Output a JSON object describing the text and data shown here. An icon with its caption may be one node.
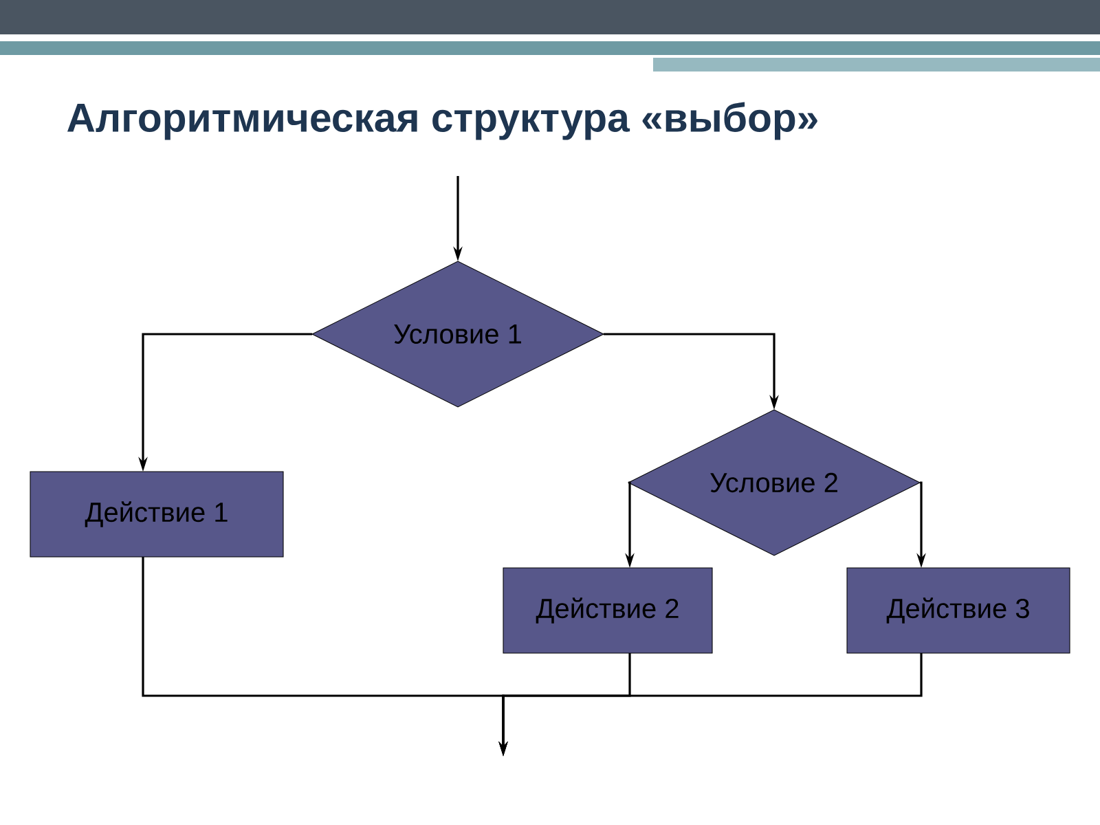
{
  "diagram": {
    "title": "Алгоритмическая структура «выбор»",
    "nodes": [
      {
        "text": [
          "Условие 1"
        ]
      },
      {
        "text": [
          "Действие 1"
        ]
      },
      {
        "text": [
          "Условие 2"
        ]
      },
      {
        "text": [
          "Действие 2"
        ]
      },
      {
        "text": [
          "Действие 3"
        ]
      }
    ],
    "edges": [
      {
        "from": null,
        "to": 0,
        "arrow": "to"
      },
      {
        "from": 0,
        "to": 1,
        "arrow": "to"
      },
      {
        "from": 0,
        "to": 2,
        "arrow": "to"
      },
      {
        "from": 2,
        "to": 3,
        "arrow": "to"
      },
      {
        "from": 2,
        "to": 4,
        "arrow": "to"
      },
      {
        "from": 1,
        "to": null,
        "arrow": "to"
      },
      {
        "from": 3,
        "to": null,
        "arrow": "to"
      },
      {
        "from": 4,
        "to": null,
        "arrow": "to"
      }
    ]
  }
}
